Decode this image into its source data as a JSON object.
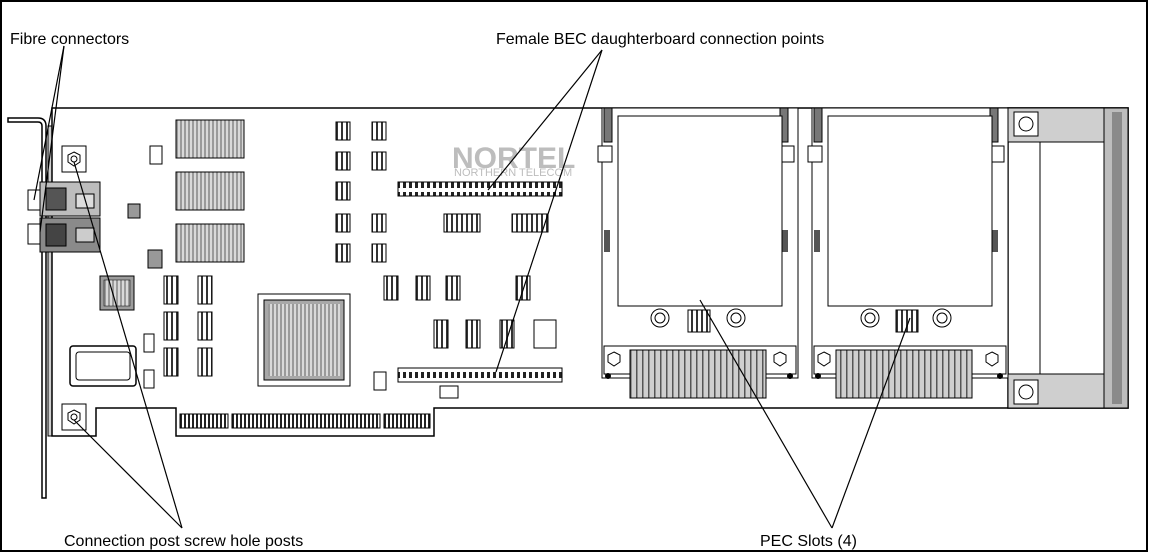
{
  "labels": {
    "fibre_connectors": "Fibre connectors",
    "female_bec": "Female BEC daughterboard connection points",
    "connection_posts": "Connection post screw hole posts",
    "pec_slots": "PEC Slots (4)"
  },
  "logo": {
    "brand": "NORTEL",
    "subtitle": "NORTHERN TELECOM"
  }
}
